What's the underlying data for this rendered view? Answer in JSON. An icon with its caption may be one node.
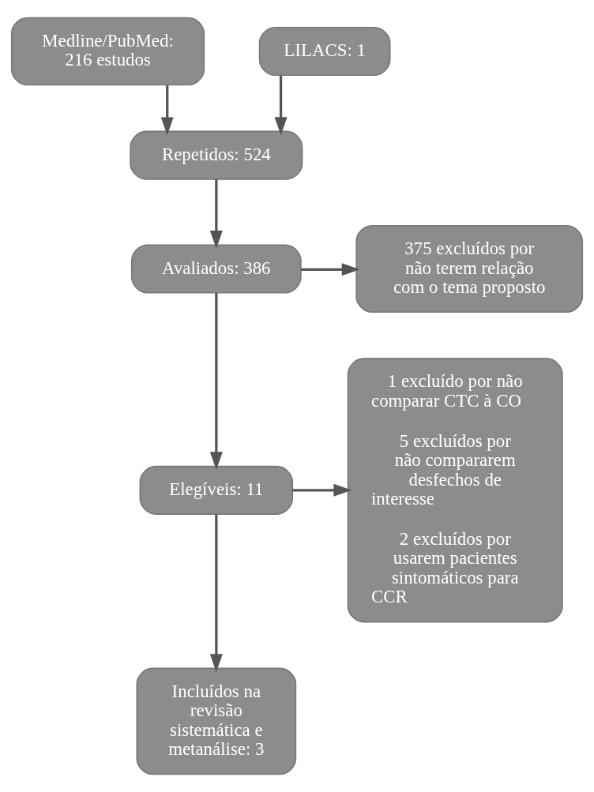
{
  "diagram": {
    "nodes": [
      {
        "text": [
          "Medline/PubMed: 216 estudos"
        ]
      },
      {
        "text": [
          "LILACS: 1"
        ]
      },
      {
        "text": [
          "Repetidos: 524"
        ]
      },
      {
        "text": [
          "Avaliados: 386"
        ]
      },
      {
        "text": [
          "375 excluídos por não terem relação com o tema proposto"
        ]
      },
      {
        "text": [
          "Elegíveis: 11"
        ]
      },
      {
        "text": [
          "1 excluído por não comparar CTC à CO",
          "5 excluídos por não compararem desfechos de interesse",
          "2 excluídos por usarem pacientes sintomáticos para CCR"
        ]
      },
      {
        "text": [
          "Incluídos na revisão sistemática e metanálise: 3"
        ]
      }
    ],
    "edges": [
      {
        "from": 0,
        "to": 2,
        "arrow": "to"
      },
      {
        "from": 1,
        "to": 2,
        "arrow": "to"
      },
      {
        "from": 2,
        "to": 3,
        "arrow": "to"
      },
      {
        "from": 3,
        "to": 4,
        "arrow": "to"
      },
      {
        "from": 3,
        "to": 5,
        "arrow": "to"
      },
      {
        "from": 5,
        "to": 6,
        "arrow": "to"
      },
      {
        "from": 5,
        "to": 7,
        "arrow": "to"
      }
    ]
  }
}
